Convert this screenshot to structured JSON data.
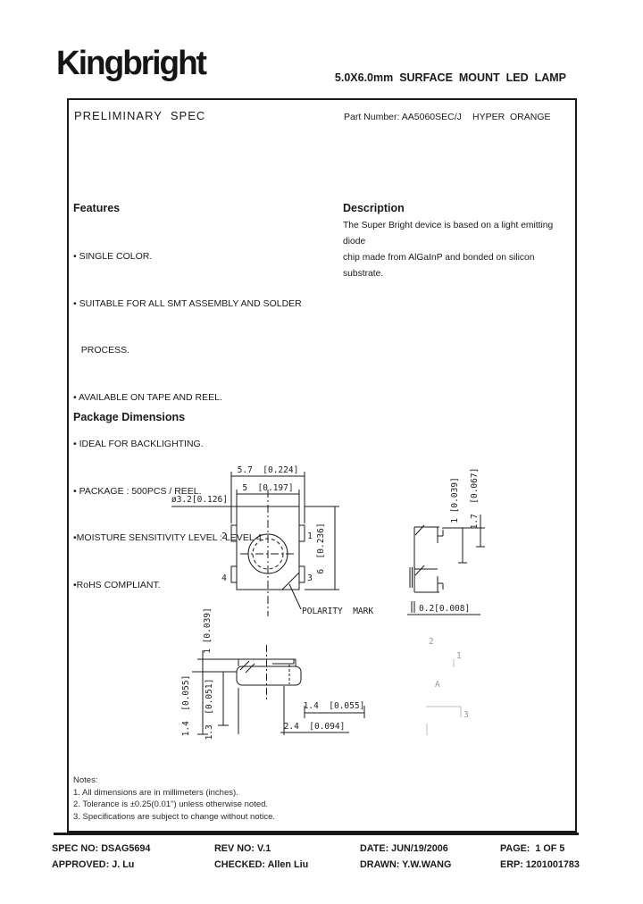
{
  "header": {
    "logo_text": "Kingbright",
    "doc_title": "5.0X6.0mm  SURFACE  MOUNT  LED  LAMP"
  },
  "title_bar": {
    "spec_type": "PRELIMINARY  SPEC",
    "part_number": "Part Number: AA5060SEC/J",
    "emitting_color": "HYPER  ORANGE"
  },
  "features": {
    "heading": "Features",
    "lines": [
      "• SINGLE COLOR.",
      "• SUITABLE FOR ALL SMT ASSEMBLY AND SOLDER",
      "   PROCESS.",
      "• AVAILABLE ON TAPE AND REEL.",
      "• IDEAL FOR BACKLIGHTING.",
      "• PACKAGE : 500PCS / REEL.",
      "•MOISTURE SENSITIVITY LEVEL : LEVEL 4.",
      "•RoHS COMPLIANT."
    ]
  },
  "description": {
    "heading": "Description",
    "lines": [
      "The Super Bright device is based on a light emitting diode",
      "chip made from AlGaInP and bonded on silicon substrate."
    ]
  },
  "package_dimensions": {
    "heading": "Package Dimensions",
    "top_view": {
      "dim_overall_width": "5.7  [0.224]",
      "dim_body_width": "5  [0.197]",
      "dim_lens_diameter": "ø3.2[0.126]",
      "dim_body_height": "6  [0.236]",
      "pin2": "2",
      "pin4": "4",
      "pin1": "1",
      "pin3": "3",
      "polarity_label": "POLARITY  MARK"
    },
    "side_view": {
      "dim_lead_thickness": "1 [0.039]",
      "dim_standoff": "1.7  [0.067]",
      "dim_coplanarity": "0.2[0.008]"
    },
    "front_view": {
      "dim_top": "1 [0.039]",
      "dim_left_outer": "1.4  [0.055]",
      "dim_left_inner": "1.3  [0.051]",
      "dim_right": "1.4  [0.055]",
      "dim_bottom": "2.4  [0.094]"
    },
    "circuit_marks": {
      "pin2": "2",
      "pin1": "1",
      "anode": "A",
      "pin3": "3"
    }
  },
  "notes": {
    "heading": "Notes:",
    "lines": [
      "1. All dimensions are in millimeters (inches).",
      "2. Tolerance is ±0.25(0.01\") unless otherwise noted.",
      "3. Specifications are subject to change without notice."
    ]
  },
  "footer": {
    "spec_no": "SPEC NO: DSAG5694",
    "rev_no": "REV NO: V.1",
    "date": "DATE: JUN/19/2006",
    "page": "PAGE:  1 OF 5",
    "approved": "APPROVED: J. Lu",
    "checked": "CHECKED: Allen Liu",
    "drawn": "DRAWN: Y.W.WANG",
    "erp": "ERP: 1201001783"
  }
}
